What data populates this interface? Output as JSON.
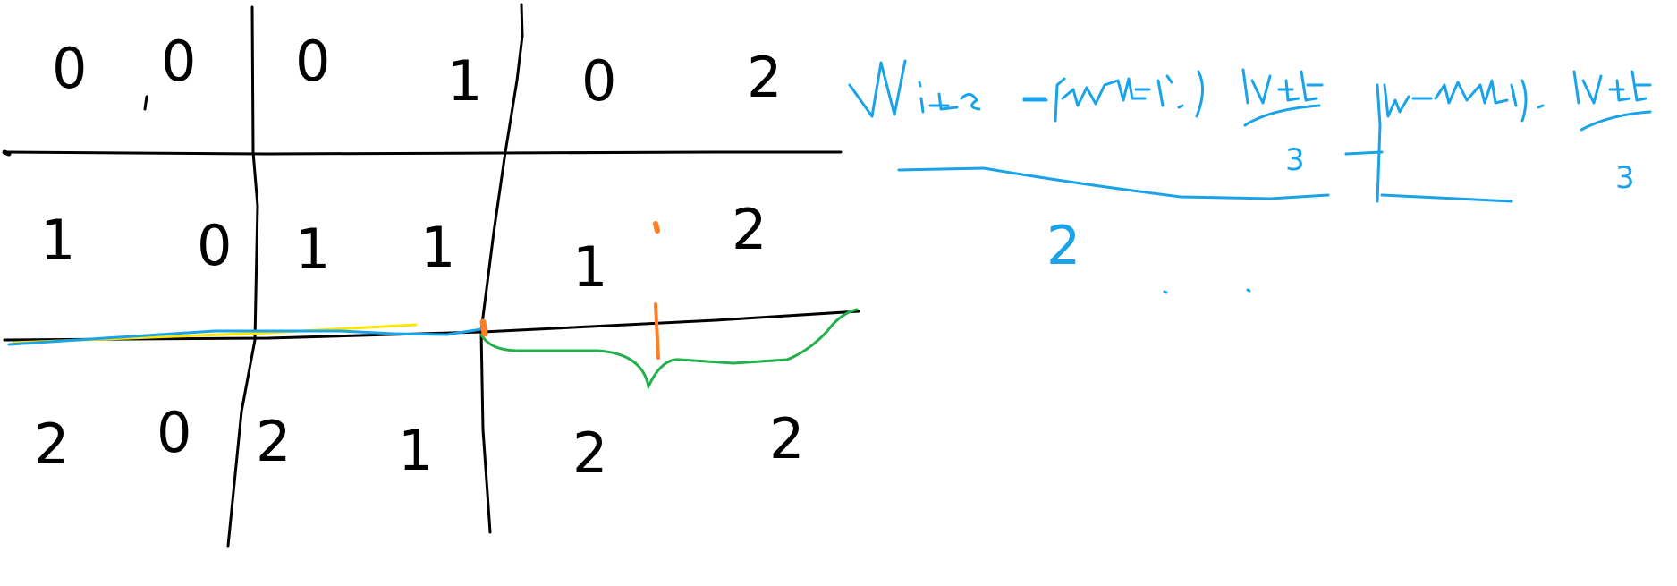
{
  "grid": {
    "cells": [
      [
        "0",
        "0",
        "0",
        "1",
        "0",
        "2"
      ],
      [
        "1",
        "0",
        "1",
        "1",
        "1",
        "2"
      ],
      [
        "2",
        "0",
        "2",
        "1",
        "2",
        "2"
      ]
    ]
  },
  "formula": {
    "denominator_left": "2",
    "denominator_small": "3"
  },
  "colors": {
    "ink": "#000000",
    "blue": "#1aa3e8",
    "yellow": "#ffe600",
    "green": "#22b14c",
    "orange": "#ff7f27"
  }
}
